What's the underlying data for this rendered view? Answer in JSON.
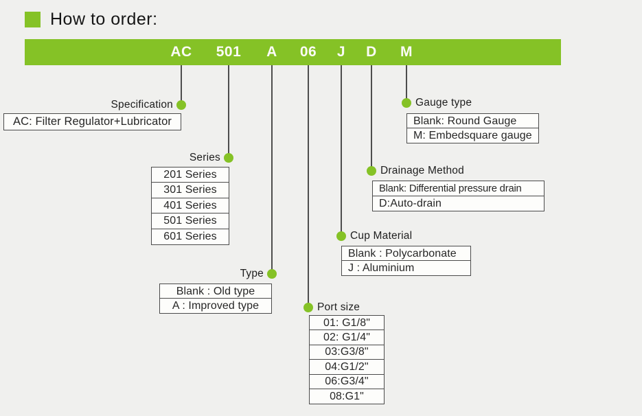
{
  "page": {
    "title": "How to order:"
  },
  "theme": {
    "accent_green": "#85c226",
    "background": "#f0f0ee",
    "line_color": "#4d4d4d",
    "box_border": "#4a4a4a",
    "code_text_color": "#fbfbf6"
  },
  "code_bar": {
    "segments": [
      "AC",
      "501",
      "A",
      "06",
      "J",
      "D",
      "M"
    ]
  },
  "groups": [
    {
      "id": "specification",
      "label": "Specification",
      "code": "AC",
      "rows": [
        "AC: Filter Regulator+Lubricator"
      ]
    },
    {
      "id": "series",
      "label": "Series",
      "code": "501",
      "rows": [
        "201 Series",
        "301 Series",
        "401 Series",
        "501 Series",
        "601 Series"
      ]
    },
    {
      "id": "type",
      "label": "Type",
      "code": "A",
      "rows": [
        "Blank : Old type",
        "A : Improved type"
      ]
    },
    {
      "id": "port-size",
      "label": "Port size",
      "code": "06",
      "rows": [
        "01: G1/8\"",
        "02: G1/4\"",
        "03:G3/8\"",
        "04:G1/2\"",
        "06:G3/4\"",
        "08:G1\""
      ]
    },
    {
      "id": "cup-material",
      "label": "Cup Material",
      "code": "J",
      "rows": [
        "Blank : Polycarbonate",
        "J : Aluminium"
      ]
    },
    {
      "id": "drainage-method",
      "label": "Drainage Method",
      "code": "D",
      "rows": [
        "Blank: Differential pressure drain",
        "D:Auto-drain"
      ]
    },
    {
      "id": "gauge-type",
      "label": "Gauge type",
      "code": "M",
      "rows": [
        "Blank: Round Gauge",
        "M: Embedsquare gauge"
      ]
    }
  ]
}
